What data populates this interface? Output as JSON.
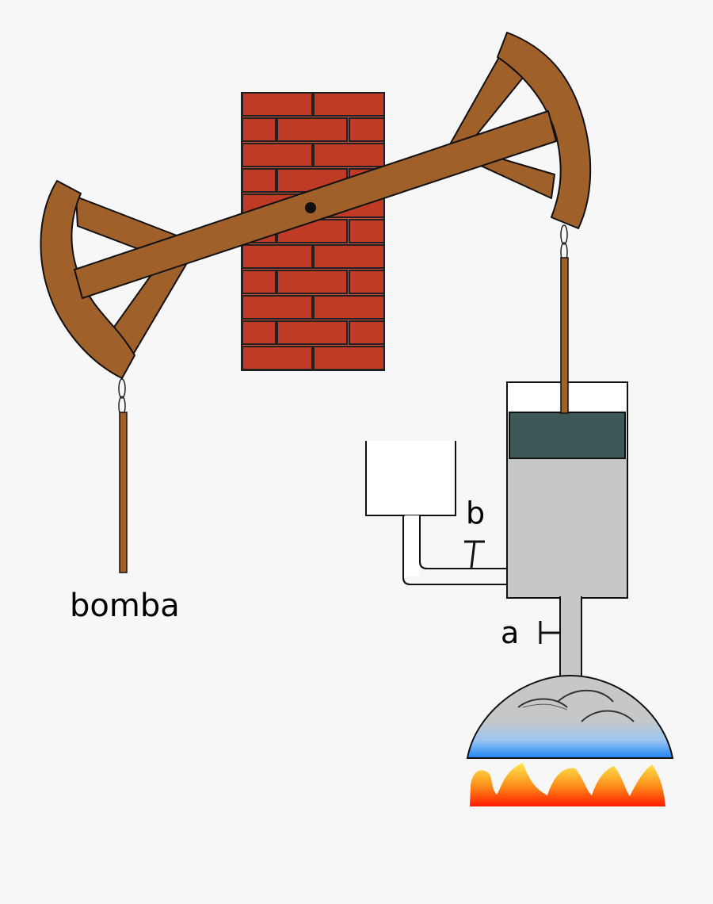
{
  "labels": {
    "pump": "bomba",
    "valve_a": "a",
    "valve_b": "b"
  },
  "colors": {
    "background": "#f7f7f7",
    "wood": "#a0602a",
    "brick": "#bf3b25",
    "piston": "#3e5858",
    "cylinder": "#c6c7c9",
    "boiler_top": "#c6c7c9",
    "boiler_water": "#2f8ef0",
    "flame_outer": "#ff1a00",
    "flame_inner": "#ffe84a"
  }
}
